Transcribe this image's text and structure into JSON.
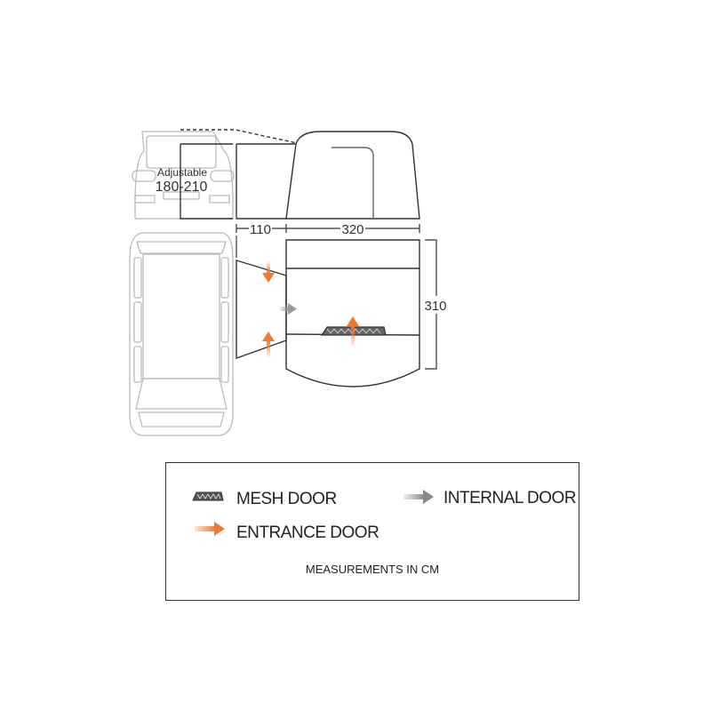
{
  "diagram": {
    "adjustable_label": "Adjustable",
    "adjustable_range": "180-210",
    "dim_tunnel": "110",
    "dim_length": "320",
    "dim_depth": "310"
  },
  "legend": {
    "mesh_door": "MESH DOOR",
    "internal_door": "INTERNAL DOOR",
    "entrance_door": "ENTRANCE DOOR",
    "note": "MEASUREMENTS IN CM"
  },
  "colors": {
    "entrance": "#ee7a30",
    "internal": "#999999",
    "line": "#333333",
    "vehicle": "#bbbbbb"
  }
}
